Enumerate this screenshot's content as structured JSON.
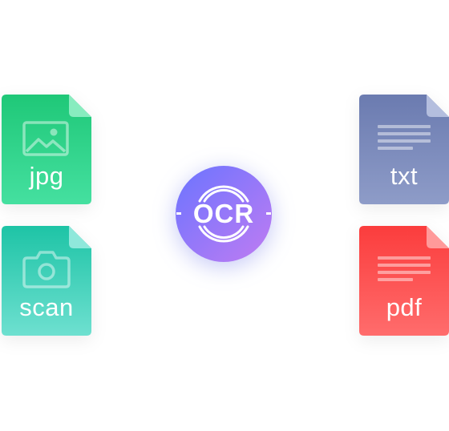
{
  "files": {
    "jpg": {
      "label": "jpg",
      "icon": "image-icon",
      "colors": {
        "top": "#1fc878",
        "bottom": "#45e0a0",
        "fold": "#88ecbf"
      }
    },
    "scan": {
      "label": "scan",
      "icon": "camera-icon",
      "colors": {
        "top": "#1ec4a6",
        "bottom": "#6ee0d0",
        "fold": "#8fe8db"
      }
    },
    "txt": {
      "label": "txt",
      "icon": "text-lines-icon",
      "colors": {
        "top": "#6b7bb0",
        "bottom": "#8e9cc8",
        "fold": "#b4bede"
      }
    },
    "pdf": {
      "label": "pdf",
      "icon": "document-lines-icon",
      "colors": {
        "top": "#fb3d3d",
        "bottom": "#ff6c6c",
        "fold": "#ff9a9a"
      }
    }
  },
  "ocr": {
    "label": "OCR",
    "colors": {
      "start": "#6b74ff",
      "end": "#c07cf2"
    }
  }
}
